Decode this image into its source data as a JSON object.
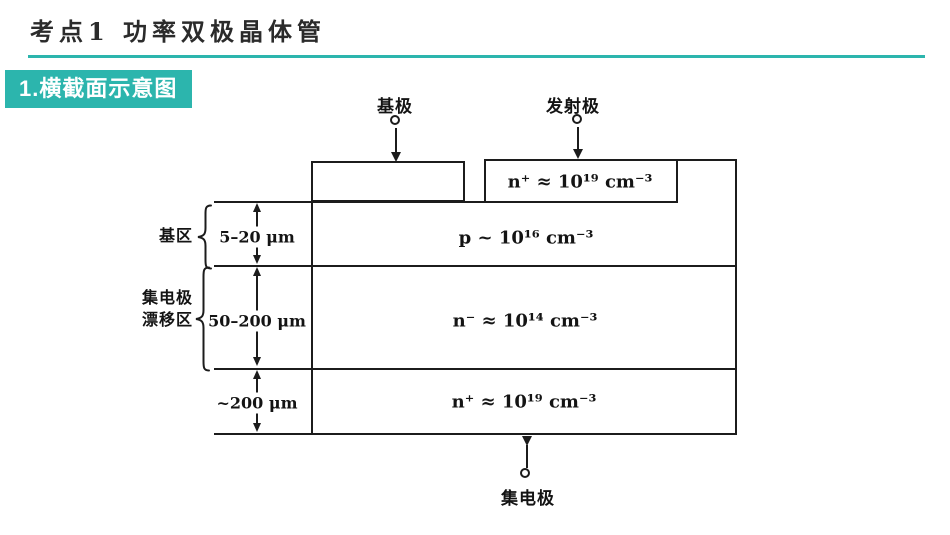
{
  "page": {
    "title": "考点1 功率双极晶体管",
    "badge": "1.横截面示意图"
  },
  "colors": {
    "accent": "#2cb5ad",
    "ink": "#1c1c1c"
  },
  "diagram": {
    "terminals": {
      "base": "基极",
      "emitter": "发射极",
      "collector": "集电极"
    },
    "dopings": {
      "emitter": "n⁺ ≈ 10¹⁹ cm⁻³",
      "base": "p ~ 10¹⁶ cm⁻³",
      "drift": "n⁻ ≈ 10¹⁴ cm⁻³",
      "substrate": "n⁺ ≈ 10¹⁹ cm⁻³"
    },
    "regions": {
      "base_label": "基区",
      "drift_label_line1": "集电极",
      "drift_label_line2": "漂移区"
    },
    "thicknesses": {
      "base": "5–20 μm",
      "drift": "50–200 μm",
      "substrate": "~200 μm"
    }
  }
}
